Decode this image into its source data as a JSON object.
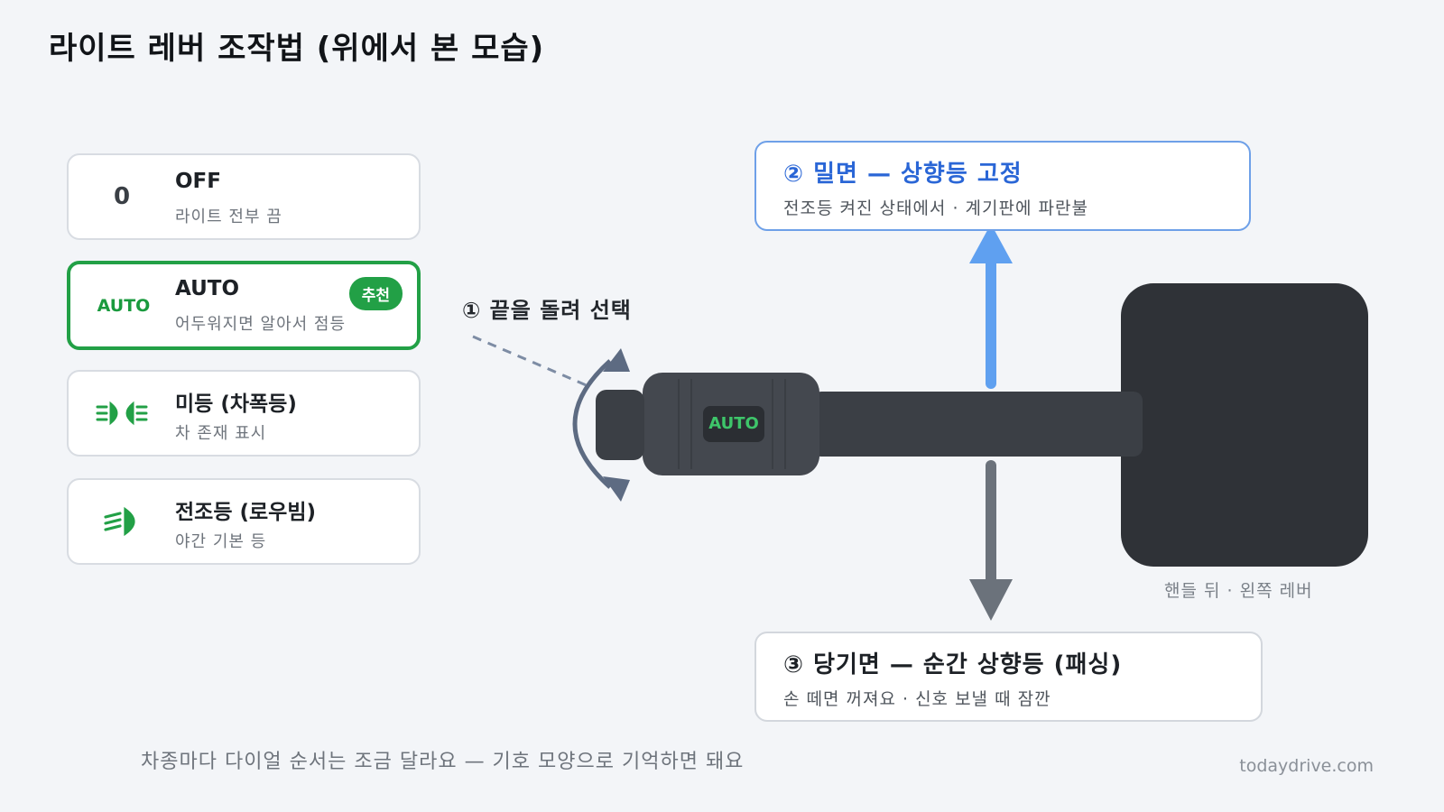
{
  "title": "라이트 레버 조작법 (위에서 본 모습)",
  "modes": [
    {
      "symbol": "0",
      "symbol_kind": "text",
      "name": "OFF",
      "desc": "라이트 전부 끔",
      "active": false
    },
    {
      "symbol": "AUTO",
      "symbol_kind": "auto",
      "name": "AUTO",
      "desc": "어두워지면 알아서 점등",
      "active": true,
      "badge": "추천"
    },
    {
      "symbol": "parking-lights-icon",
      "symbol_kind": "icon",
      "name": "미등 (차폭등)",
      "desc": "차 존재 표시",
      "active": false
    },
    {
      "symbol": "low-beam-icon",
      "symbol_kind": "icon",
      "name": "전조등 (로우빔)",
      "desc": "야간 기본 등",
      "active": false
    }
  ],
  "step1": "① 끝을 돌려 선택",
  "lever": {
    "dial_label": "AUTO",
    "caption": "핸들 뒤 · 왼쪽 레버"
  },
  "push": {
    "title": "② 밀면 — 상향등 고정",
    "desc": "전조등 켜진 상태에서 · 계기판에 파란불"
  },
  "pull": {
    "title": "③ 당기면 — 순간 상향등 (패싱)",
    "desc": "손 떼면 꺼져요 · 신호 보낼 때 잠깐"
  },
  "footnote": "차종마다 다이얼 순서는 조금 달라요 — 기호 모양으로 기억하면 돼요",
  "site": "todaydrive.com",
  "colors": {
    "green": "#22a046",
    "blue": "#2a66d6",
    "arrow_up": "#5fa0f0",
    "arrow_down": "#6b727b",
    "lever": "#3b3f45",
    "wheel": "#2f3237"
  }
}
